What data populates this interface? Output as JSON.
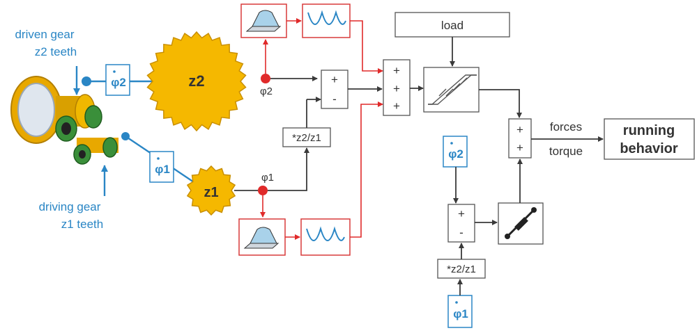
{
  "labels": {
    "driven_line1": "driven gear",
    "driven_line2": "z2 teeth",
    "driving_line1": "driving gear",
    "driving_line2": "z1 teeth"
  },
  "gears": {
    "big": "z2",
    "small": "z1"
  },
  "angles": {
    "phi2": "φ2",
    "phi1": "φ1",
    "phi2_node": "φ2",
    "phi1_node": "φ1",
    "phi2_right": "φ2",
    "phi1_right": "φ1"
  },
  "blocks": {
    "load": "load",
    "ratio_top": "*z2/z1",
    "ratio_bottom": "*z2/z1",
    "output_line1": "running",
    "output_line2": "behavior"
  },
  "signs": {
    "plus": "+",
    "minus": "-"
  },
  "outputs": {
    "forces": "forces",
    "torque": "torque"
  },
  "colors": {
    "gear_fill": "#f5b800",
    "blue": "#2a86c5",
    "red": "#e02a2a",
    "wire": "#3a3a3a"
  },
  "icons": {
    "gear_assembly": "gear-assembly-icon",
    "tooth_profile": "tooth-profile-icon",
    "wave": "sine-wave-icon",
    "hysteresis": "hysteresis-icon",
    "damper": "damper-icon"
  }
}
